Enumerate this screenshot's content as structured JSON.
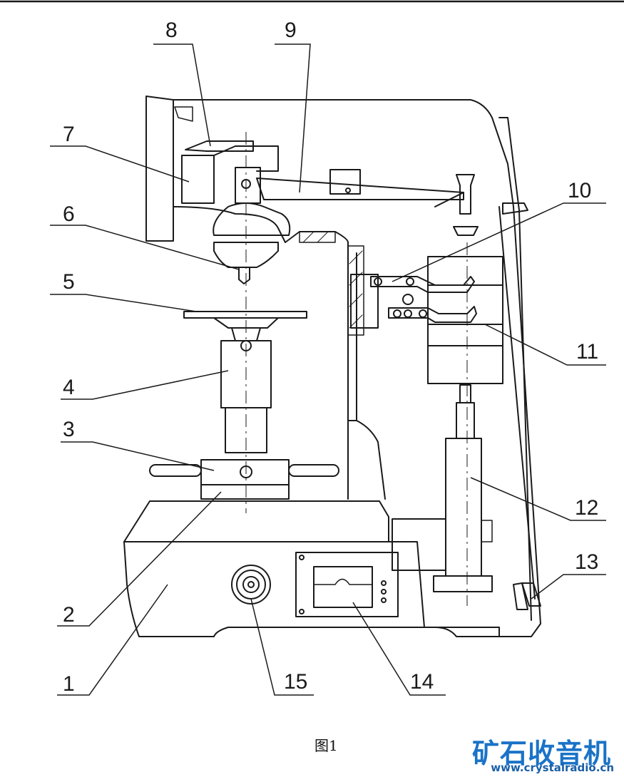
{
  "labels": [
    "1",
    "2",
    "3",
    "4",
    "5",
    "6",
    "7",
    "8",
    "9",
    "10",
    "11",
    "12",
    "13",
    "14",
    "15"
  ],
  "caption": "图1",
  "watermark": {
    "title": "矿石收音机",
    "url": "www.crystalradio.cn"
  }
}
